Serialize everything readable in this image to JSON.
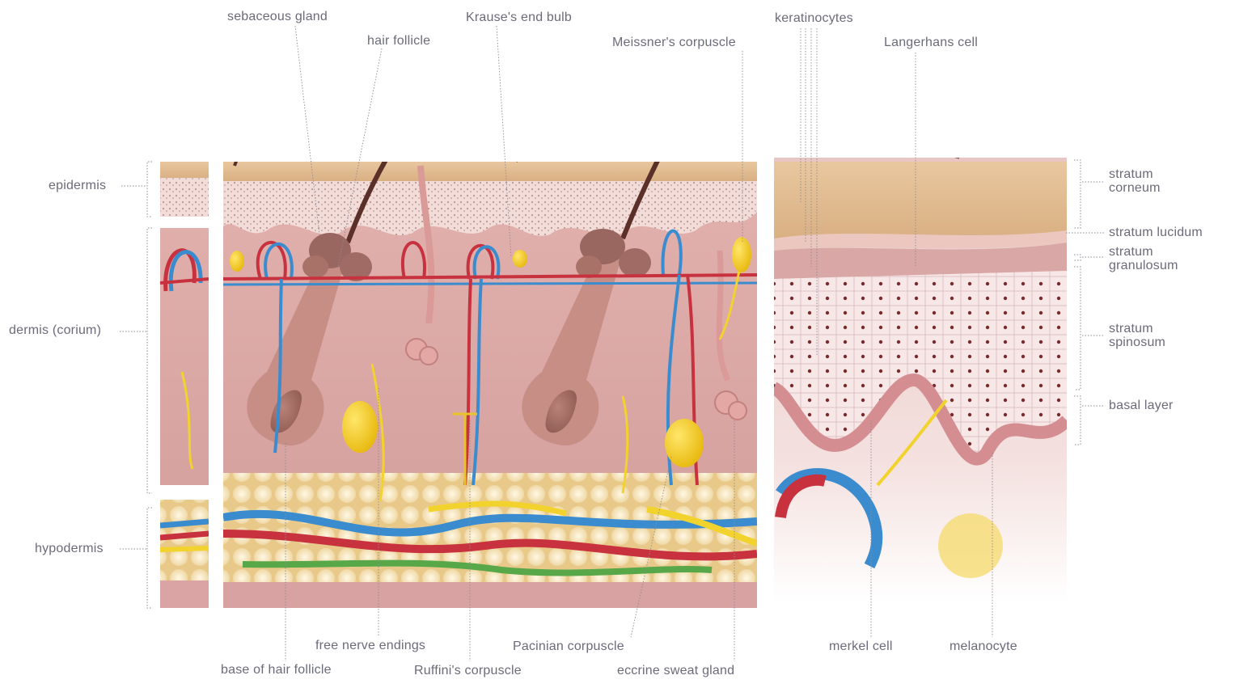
{
  "labels": {
    "sebaceous_gland": "sebaceous gland",
    "hair_follicle": "hair follicle",
    "krauses_end_bulb": "Krause's end bulb",
    "meissners_corpuscle": "Meissner's corpuscle",
    "keratinocytes": "keratinocytes",
    "langerhans_cell": "Langerhans cell",
    "epidermis": "epidermis",
    "dermis": "dermis (corium)",
    "hypodermis": "hypodermis",
    "stratum_corneum": "stratum\ncorneum",
    "stratum_lucidum": "stratum lucidum",
    "stratum_granulosum": "stratum\ngranulosum",
    "stratum_spinosum": "stratum\nspinosum",
    "basal_layer": "basal layer",
    "free_nerve_endings": "free nerve endings",
    "pacinian_corpuscle": "Pacinian corpuscle",
    "base_of_hair_follicle": "base of hair follicle",
    "ruffinis_corpuscle": "Ruffini's corpuscle",
    "eccrine_sweat_gland": "eccrine sweat gland",
    "merkel_cell": "merkel cell",
    "melanocyte": "melanocyte"
  },
  "colors": {
    "label_text": "#6b6b7a",
    "leader_line": "#8a8a95",
    "stratum_corneum": "#e2bc8f",
    "epidermis": "#efd6d2",
    "dermis": "#dca8a6",
    "fat": "#f6e6bf",
    "artery": "#c8323f",
    "vein": "#3a8ccf",
    "nerve": "#f2d22c",
    "lymph": "#58a84a",
    "hair": "#5b3028"
  }
}
